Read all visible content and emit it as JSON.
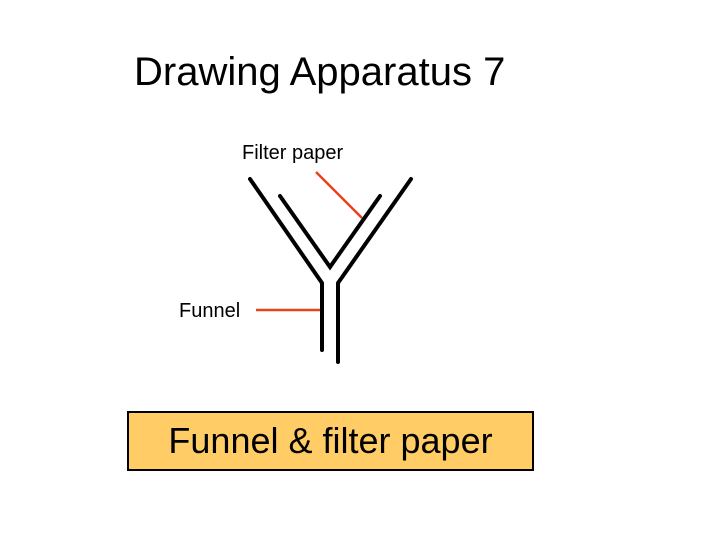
{
  "slide": {
    "title": "Drawing Apparatus 7",
    "labels": {
      "filter_paper": "Filter paper",
      "funnel": "Funnel"
    },
    "caption": "Funnel & filter paper"
  },
  "colors": {
    "caption_background": "#FFCC66",
    "pointer_line": "#E8431A",
    "apparatus_line": "#000000"
  }
}
